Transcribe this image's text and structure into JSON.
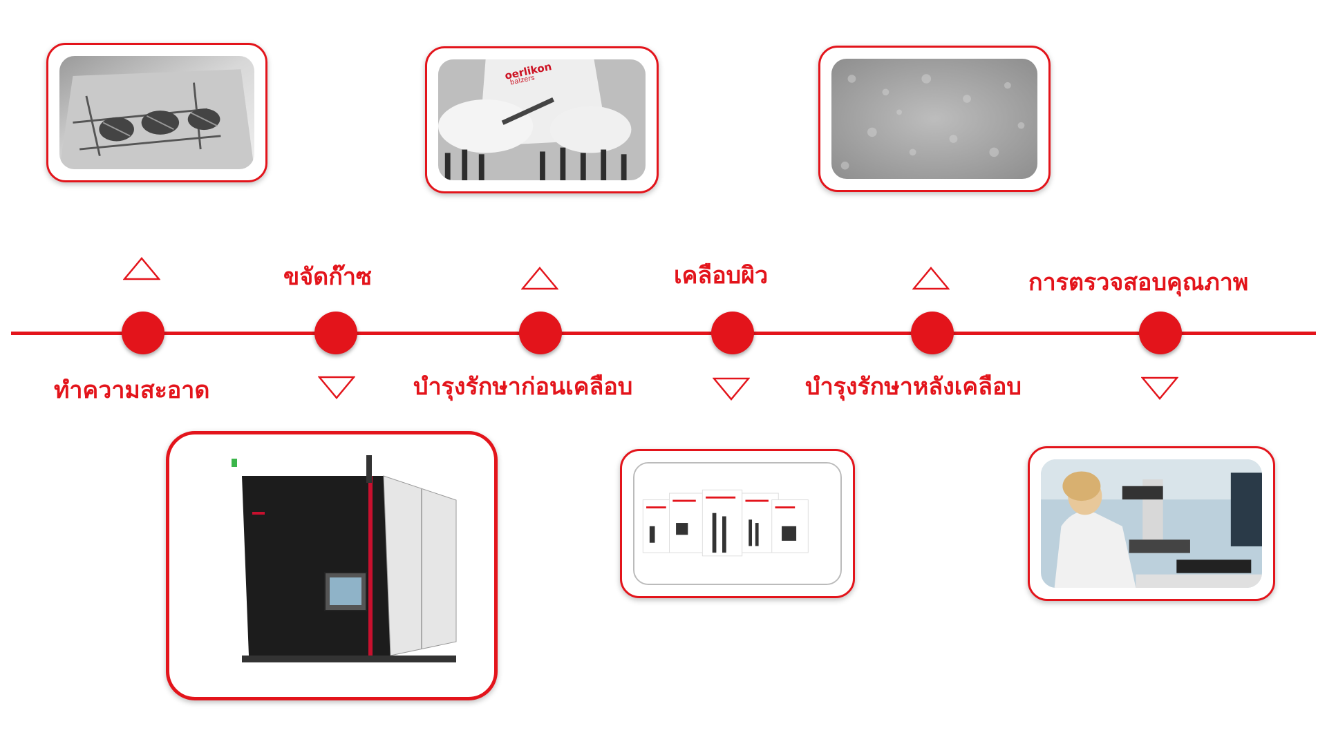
{
  "accent_color": "#e3141b",
  "steps": [
    {
      "label": "ทำความสะอาด"
    },
    {
      "label": "ขจัดก๊าซ"
    },
    {
      "label": "บำรุงรักษาก่อนเคลือบ"
    },
    {
      "label": "เคลือบผิว"
    },
    {
      "label": "บำรุงรักษาหลังเคลือบ"
    },
    {
      "label": "การตรวจสอบคุณภาพ"
    }
  ],
  "photos": {
    "handling_brand": "oerlikon",
    "handling_brand_sub": "balzers"
  }
}
